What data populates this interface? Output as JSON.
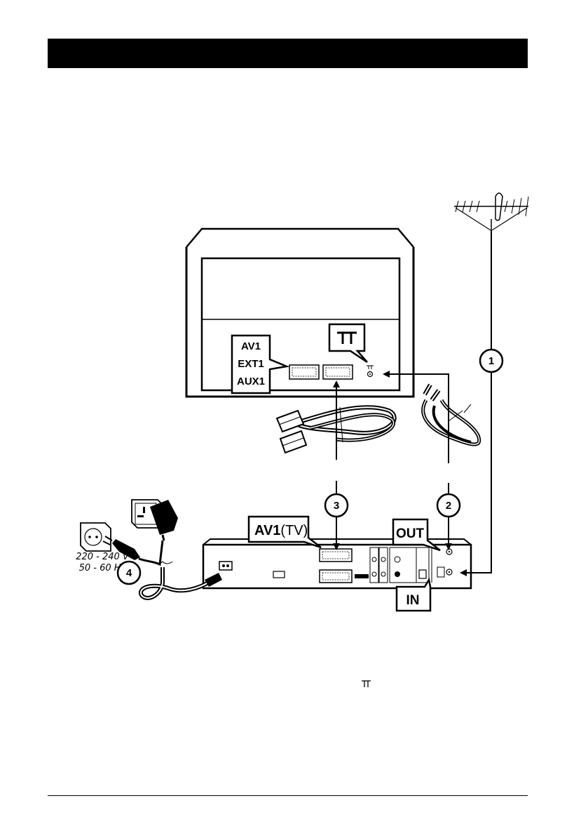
{
  "tv_labels": [
    "AV1",
    "EXT1",
    "AUX1"
  ],
  "recorder_scart_label": {
    "bold": "AV1",
    "plain": "(TV)"
  },
  "out_label": "OUT",
  "in_label": "IN",
  "steps": [
    "1",
    "2",
    "3",
    "4"
  ],
  "voltage": [
    "220 - 240 V",
    "50 - 60 Hz"
  ],
  "icon_names": [
    "antenna-symbol-icon",
    "wall-socket-icon",
    "mains-plug-icon",
    "antenna-aerial-icon"
  ]
}
